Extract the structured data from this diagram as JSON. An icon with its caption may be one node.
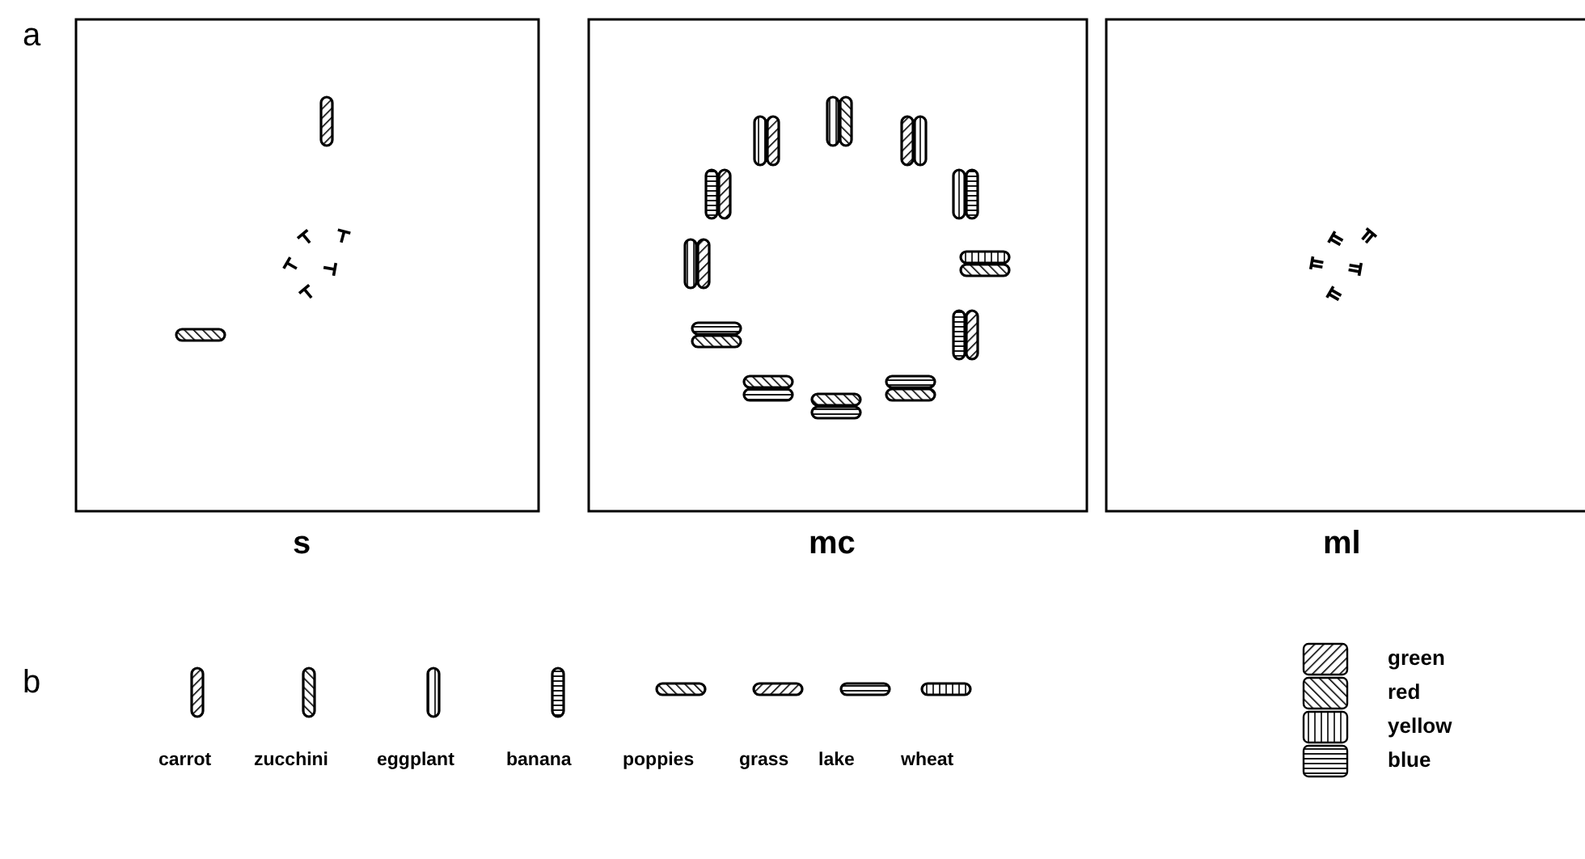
{
  "diagram": {
    "labels": [
      "a",
      "s",
      "mc",
      "ml",
      "b",
      "carrot",
      "zucchini",
      "eggplant",
      "banana",
      "poppies",
      "grass",
      "lake",
      "wheat"
    ],
    "legend": [
      {
        "text": "green"
      },
      {
        "text": "red"
      },
      {
        "text": "yellow"
      },
      {
        "text": "blue"
      }
    ]
  }
}
